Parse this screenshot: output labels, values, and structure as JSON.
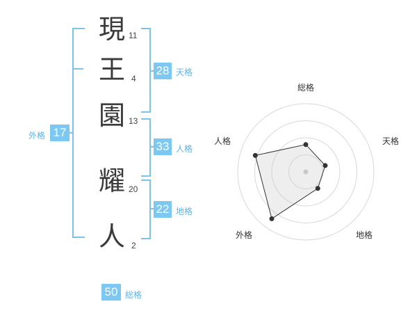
{
  "name_chars": [
    {
      "char": "現",
      "strokes": "11"
    },
    {
      "char": "王",
      "strokes": "4"
    },
    {
      "char": "園",
      "strokes": "13"
    },
    {
      "char": "耀",
      "strokes": "20"
    },
    {
      "char": "人",
      "strokes": "2"
    }
  ],
  "fortune": {
    "ten": {
      "value": "28",
      "label": "天格"
    },
    "jin": {
      "value": "33",
      "label": "人格"
    },
    "chi": {
      "value": "22",
      "label": "地格"
    },
    "gai": {
      "value": "17",
      "label": "外格"
    },
    "so": {
      "value": "50",
      "label": "総格"
    }
  },
  "colors": {
    "accent": "#7cc8f2",
    "bracket": "#7cc2ee",
    "label": "#5ab4ea"
  },
  "chart_data": {
    "type": "radar",
    "axes": [
      "総格",
      "天格",
      "地格",
      "外格",
      "人格"
    ],
    "values": [
      0.4,
      0.3,
      0.3,
      0.85,
      0.78
    ],
    "range": [
      0,
      1
    ],
    "rings": 4
  }
}
